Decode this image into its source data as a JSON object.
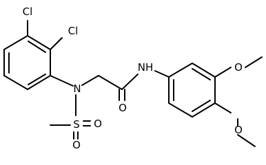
{
  "molecule": {
    "atoms": {
      "cl_top": "Cl",
      "cl_mid": "Cl",
      "n_sulfonyl": "N",
      "s": "S",
      "o_s_right": "O",
      "o_s_bottom": "O",
      "nh": "NH",
      "o_carbonyl": "O",
      "o_methoxy_top": "O",
      "o_methoxy_bottom": "O"
    }
  }
}
